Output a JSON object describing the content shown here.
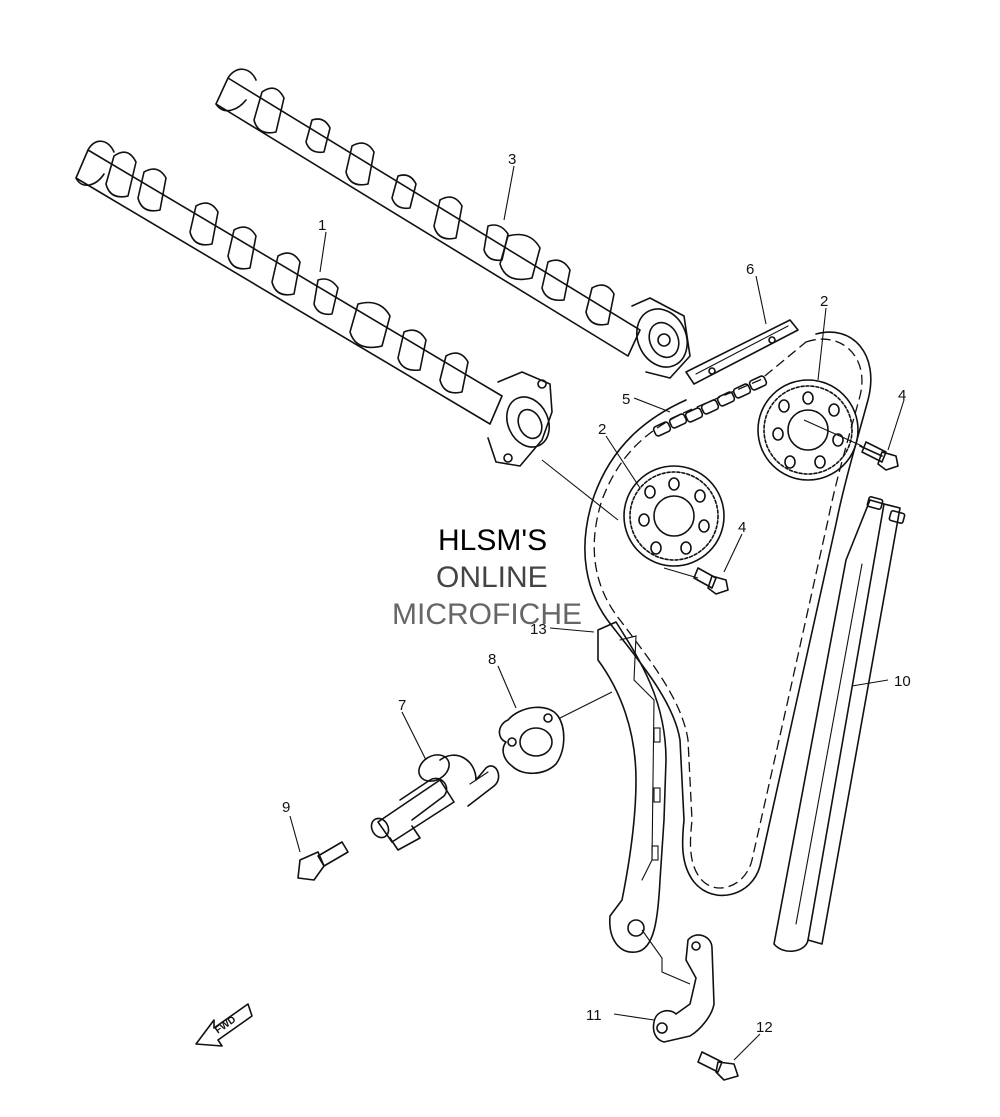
{
  "watermark": {
    "line1": "HLSM'S",
    "line2": "ONLINE",
    "line3": "MICROFICHE"
  },
  "direction_label": "FWD",
  "callouts": [
    {
      "id": "c1",
      "text": "1"
    },
    {
      "id": "c2a",
      "text": "2"
    },
    {
      "id": "c2b",
      "text": "2"
    },
    {
      "id": "c3",
      "text": "3"
    },
    {
      "id": "c4a",
      "text": "4"
    },
    {
      "id": "c4b",
      "text": "4"
    },
    {
      "id": "c5",
      "text": "5"
    },
    {
      "id": "c6",
      "text": "6"
    },
    {
      "id": "c7",
      "text": "7"
    },
    {
      "id": "c8",
      "text": "8"
    },
    {
      "id": "c9",
      "text": "9"
    },
    {
      "id": "c10",
      "text": "10"
    },
    {
      "id": "c11",
      "text": "11"
    },
    {
      "id": "c12",
      "text": "12"
    },
    {
      "id": "c13",
      "text": "13"
    }
  ]
}
